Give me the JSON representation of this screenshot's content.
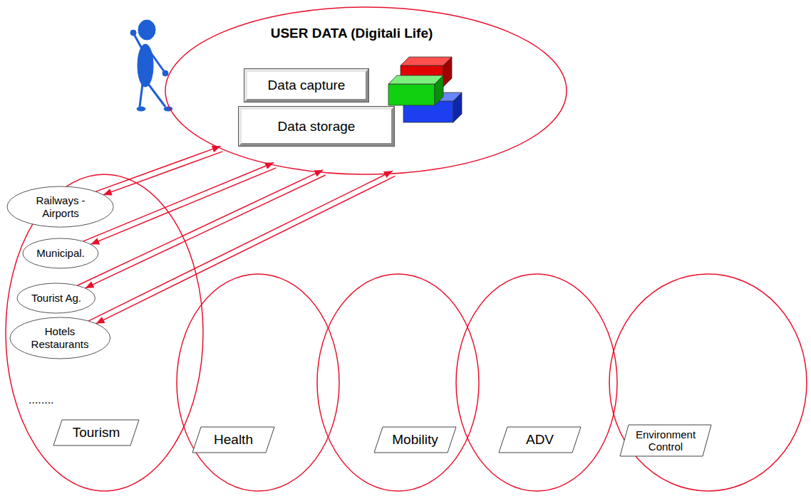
{
  "diagram": {
    "nodes": [
      {
        "text": [
          "USER DATA (Digitali Life)"
        ]
      },
      {
        "text": [
          "Data capture"
        ],
        "in": 0
      },
      {
        "text": [
          "Data storage"
        ],
        "in": 0
      },
      {
        "text": [
          "Tourism"
        ]
      },
      {
        "text": [
          "Railways - Airports"
        ],
        "in": 3
      },
      {
        "text": [
          "Municipal."
        ],
        "in": 3
      },
      {
        "text": [
          "Tourist Ag."
        ],
        "in": 3
      },
      {
        "text": [
          "Hotels Restaurants"
        ],
        "in": 3
      },
      {
        "text": [
          "Health"
        ]
      },
      {
        "text": [
          "Mobility"
        ]
      },
      {
        "text": [
          "ADV"
        ]
      },
      {
        "text": [
          "Environment Control"
        ]
      }
    ],
    "edges": [
      {
        "from": 0,
        "to": 4,
        "arrow": "to"
      },
      {
        "from": 4,
        "to": 0,
        "arrow": "to"
      },
      {
        "from": 0,
        "to": 5,
        "arrow": "to"
      },
      {
        "from": 5,
        "to": 0,
        "arrow": "to"
      },
      {
        "from": 0,
        "to": 6,
        "arrow": "to"
      },
      {
        "from": 6,
        "to": 0,
        "arrow": "to"
      },
      {
        "from": 0,
        "to": 7,
        "arrow": "to"
      },
      {
        "from": 7,
        "to": 0,
        "arrow": "to"
      }
    ],
    "labels": [
      "........"
    ]
  }
}
